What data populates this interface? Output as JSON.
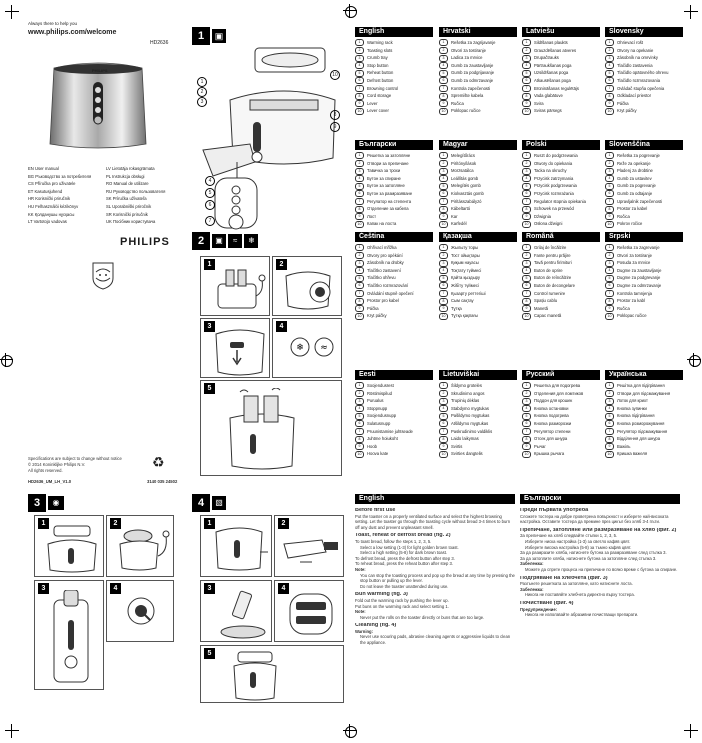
{
  "cover": {
    "tagline": "Always there to help you",
    "url": "www.philips.com/welcome",
    "model": "HD2636",
    "brand": "PHILIPS",
    "languages_left": [
      "EN User manual",
      "BG Ръководство за потребителя",
      "CS Příručka pro uživatele",
      "ET Kasutusjuhend",
      "HR Korisnički priručnik",
      "HU Felhasználói kézikönyv",
      "KK Қолданушы нұсқасы",
      "LT Vartotojo vadovas"
    ],
    "languages_right": [
      "LV Lietotāja rokasgrāmata",
      "PL Instrukcja obsługi",
      "RO Manual de utilizare",
      "RU Руководство пользователя",
      "SK Príručka užívateľa",
      "SL Uporabniški priročnik",
      "SR Korisnički priručnik",
      "UK Посібник користувача"
    ],
    "footer_line1": "Specifications are subject to change without notice",
    "footer_line2": "© 2014 Koninklijke Philips N.V.",
    "footer_line3": "All rights reserved.",
    "doc_code": "HD2636_UM_LH_V1.0",
    "barcode_num": "3140 035 24502"
  },
  "sections": {
    "s1": "1",
    "s2": "2",
    "s3": "3",
    "s4": "4"
  },
  "labels_s1": [
    "1",
    "2",
    "3",
    "4",
    "5",
    "6",
    "7",
    "8",
    "9",
    "10"
  ],
  "lang_blocks": [
    {
      "title": "English",
      "items": [
        "Warming rack",
        "Toasting slots",
        "Crumb tray",
        "Stop button",
        "Reheat button",
        "Defrost button",
        "Browning control",
        "Cord storage",
        "Lever",
        "Lever cover"
      ]
    },
    {
      "title": "Hrvatski",
      "items": [
        "Rešetka za zagrijavanje",
        "Otvori za tostiranje",
        "Ladica za mrvice",
        "Gumb za zaustavljanje",
        "Gumb za podgrijavanje",
        "Gumb za odmrzavanje",
        "Kontrola zapečenosti",
        "Spremište kabela",
        "Ručica",
        "Poklopac ručice"
      ]
    },
    {
      "title": "Latviešu",
      "items": [
        "Sildīšanas plaukts",
        "Grauzdēšanas atveres",
        "Drupačtrauks",
        "Pārtraukšanas poga",
        "Uzsildīšanas poga",
        "Atkausēšanas poga",
        "Brūnināšanas regulētājs",
        "Vada glabātuve",
        "Svira",
        "Sviras pārsegs"
      ]
    },
    {
      "title": "Slovensky",
      "items": [
        "Ohrievací rošt",
        "Otvory na opekanie",
        "Zásobník na omrvinky",
        "Tlačidlo zastavenia",
        "Tlačidlo opätovného ohrevu",
        "Tlačidlo rozmrazovania",
        "Ovládač stupňa opečenia",
        "Odkladací priestor",
        "Páčka",
        "Kryt páčky"
      ]
    },
    {
      "title": "Български",
      "items": [
        "Решетка за затопляне",
        "Отвори за препичане",
        "Тавичка за трохи",
        "Бутон за спиране",
        "Бутон за затопляне",
        "Бутон за размразяване",
        "Регулатор на степента",
        "Отделение за кабела",
        "Лост",
        "Капак на лоста"
      ]
    },
    {
      "title": "Magyar",
      "items": [
        "Melegítőrács",
        "Pirítónyílások",
        "Morzsatálca",
        "Leállítás gomb",
        "Melegítés gomb",
        "Kiolvasztás gomb",
        "Pirításszabályzó",
        "Kábeltartó",
        "Kar",
        "Karfedél"
      ]
    },
    {
      "title": "Polski",
      "items": [
        "Ruszt do podgrzewania",
        "Otwory do opiekania",
        "Tacka na okruchy",
        "Przycisk zatrzymania",
        "Przycisk podgrzewania",
        "Przycisk rozmrażania",
        "Regulator stopnia opiekania",
        "Schowek na przewód",
        "Dźwignia",
        "Osłona dźwigni"
      ]
    },
    {
      "title": "Slovenščina",
      "items": [
        "Rešetka za pogrevanje",
        "Reže za opekanje",
        "Pladenj za drobtine",
        "Gumb za ustavitev",
        "Gumb za pogrevanje",
        "Gumb za odtajanje",
        "Upravljalnik zapečenosti",
        "Prostor za kabel",
        "Ročica",
        "Pokrov ročice"
      ]
    },
    {
      "title": "Čeština",
      "items": [
        "Ohřívací mřížka",
        "Otvory pro opékání",
        "Zásobník na drobky",
        "Tlačítko zastavení",
        "Tlačítko ohřevu",
        "Tlačítko rozmrazování",
        "Ovládání stupně opečení",
        "Prostor pro kabel",
        "Páčka",
        "Kryt páčky"
      ]
    },
    {
      "title": "Қазақша",
      "items": [
        "Жылыту торы",
        "Тост ойықтары",
        "Қиқым науасы",
        "Тоқтату түймесі",
        "Қайта қыздыру",
        "Жібіту түймесі",
        "Қызарту реттегіші",
        "Сым сақтау",
        "Тұтқа",
        "Тұтқа қақпағы"
      ]
    },
    {
      "title": "Română",
      "items": [
        "Grilaj de încălzire",
        "Fante pentru prăjire",
        "Tavă pentru firimituri",
        "Buton de oprire",
        "Buton de reîncălzire",
        "Buton de decongelare",
        "Control rumenire",
        "Spațiu cablu",
        "Manetă",
        "Capac manetă"
      ]
    },
    {
      "title": "Srpski",
      "items": [
        "Rešetka za zagrevanje",
        "Otvori za tostiranje",
        "Posuda za mrvice",
        "Dugme za zaustavljanje",
        "Dugme za podgrevanje",
        "Dugme za odmrzavanje",
        "Kontrola tamnjenja",
        "Prostor za kabl",
        "Ručica",
        "Poklopac ručice"
      ]
    },
    {
      "title": "Eesti",
      "items": [
        "Soojendusrest",
        "Röstimispilud",
        "Purualus",
        "Stoppnupp",
        "Soojendusnupp",
        "Sulatusnupp",
        "Pruunistamise juhtseade",
        "Juhtme hoiukoht",
        "Hoob",
        "Hoova kate"
      ]
    },
    {
      "title": "Lietuviškai",
      "items": [
        "Šildymo grotelės",
        "Skrudinimo angos",
        "Trupinių dėklas",
        "Stabdymo mygtukas",
        "Pašildymo mygtukas",
        "Atšildymo mygtukas",
        "Paskrudinimo valdiklis",
        "Laido laikymas",
        "Svirtis",
        "Svirties dangtelis"
      ]
    },
    {
      "title": "Русский",
      "items": [
        "Решетка для подогрева",
        "Отделения для ломтиков",
        "Поддон для крошек",
        "Кнопка остановки",
        "Кнопка подогрева",
        "Кнопка разморозки",
        "Регулятор степени",
        "Отсек для шнура",
        "Рычаг",
        "Крышка рычага"
      ]
    },
    {
      "title": "Українська",
      "items": [
        "Решітка для підігрівання",
        "Отвори для підсмажування",
        "Лоток для крихт",
        "Кнопка зупинки",
        "Кнопка підігрівання",
        "Кнопка розморожування",
        "Регулятор підсмажування",
        "Відділення для шнура",
        "Важіль",
        "Кришка важеля"
      ]
    }
  ],
  "manual_en": {
    "title": "English",
    "h1": "Before first use",
    "p1": "Put the toaster on a properly ventilated surface and select the highest browning setting. Let the toaster go through the toasting cycle without bread 3-4 times to burn off any dust and prevent unpleasant smell.",
    "h2": "Toast, reheat or defrost bread (fig. 2)",
    "p2": "To toast bread, follow the steps 1, 2, 3, 5.",
    "b1": "Select a low setting (1-3) for light golden brown toast.",
    "b2": "Select a high setting (5-8) for dark brown toast.",
    "p3": "To defrost bread, press the defrost button after step 3.",
    "p4": "To reheat bread, press the reheat button after step 3.",
    "note1": "Note:",
    "n1": "You can stop the toasting process and pop up the bread at any time by pressing the stop button or pulling up the lever.",
    "n2": "Do not leave the toaster unattended during use.",
    "h3": "Bun warming (fig. 3)",
    "p5": "Fold out the warming rack by pushing the lever up.",
    "p6": "Put buns on the warming rack and select setting 1.",
    "note2": "Note:",
    "n3": "Never put the rolls on the toaster directly or buns that are too large.",
    "h4": "Cleaning (fig. 4)",
    "warn": "Warning:",
    "n4": "Never use scouring pads, abrasive cleaning agents or aggressive liquids to clean the appliance."
  },
  "manual_bg": {
    "title": "Български",
    "h1": "Преди първата употреба",
    "p1": "Сложете тостера на добре проветрена повърхност и изберете най-високата настройка. Оставете тостера да премине през цикъл без хляб 3-4 пъти.",
    "h2": "Препичане, затопляне или размразяване на хляб (фиг. 2)",
    "p2": "За препичане на хляб следвайте стъпки 1, 2, 3, 5.",
    "b1": "Изберете ниска настройка (1-3) за светло кафяв цвят.",
    "b2": "Изберете висока настройка (5-8) за тъмно кафяв цвят.",
    "p3": "За да размразите хляба, натиснете бутона за размразяване след стъпка 3.",
    "p4": "За да затоплите хляба, натиснете бутона за затопляне след стъпка 3.",
    "note1": "Забележка:",
    "n1": "Можете да спрете процеса на препичане по всяко време с бутона за спиране.",
    "h3": "Подгряване на хлебчета (фиг. 3)",
    "p5": "Разгънете решетката за затопляне, като натиснете лоста.",
    "note2": "Забележка:",
    "n2": "Никога не поставяйте хлебчета директно върху тостера.",
    "h4": "Почистване (фиг. 4)",
    "warn": "Предупреждение:",
    "n3": "Никога не използвайте абразивни почистващи препарати."
  },
  "steps": [
    "1",
    "2",
    "3",
    "4",
    "5"
  ]
}
